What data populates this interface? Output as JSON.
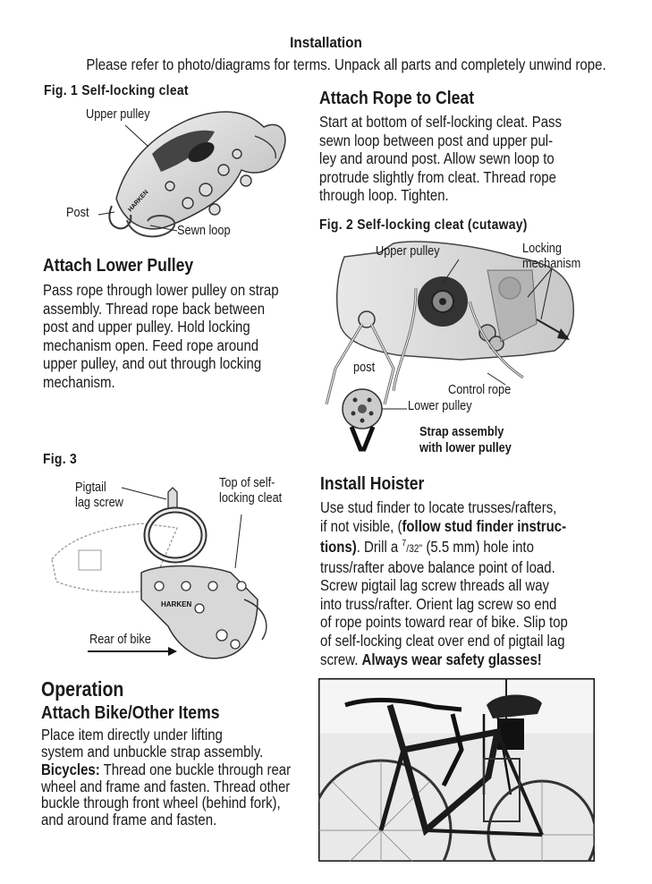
{
  "title": "Installation",
  "intro": "Please refer to photo/diagrams for terms. Unpack all parts and completely unwind rope.",
  "fig1": {
    "heading": "Fig. 1   Self-locking cleat",
    "labels": {
      "upper_pulley": "Upper pulley",
      "post": "Post",
      "sewn_loop": "Sewn loop",
      "brand": "HARKEN"
    }
  },
  "attach_rope": {
    "heading": "Attach Rope to Cleat",
    "lines": [
      "Start at bottom of self-locking cleat. Pass",
      "sewn loop between post and upper pul-",
      "ley and around post. Allow sewn loop to",
      "protrude slightly from cleat. Thread rope",
      "through loop. Tighten."
    ]
  },
  "fig2": {
    "heading": "Fig. 2  Self-locking cleat (cutaway)",
    "labels": {
      "upper_pulley": "Upper pulley",
      "locking_1": "Locking",
      "locking_2": "mechanism",
      "post": "post",
      "control_rope": "Control rope",
      "lower_pulley": "Lower pulley",
      "strap_1": "Strap assembly",
      "strap_2": "with lower pulley"
    }
  },
  "attach_lower": {
    "heading": "Attach Lower Pulley",
    "lines": [
      "Pass rope through lower pulley on strap",
      "assembly. Thread rope back between",
      "post and upper pulley. Hold locking",
      "mechanism open. Feed rope around",
      "upper pulley, and out through locking",
      "mechanism."
    ]
  },
  "fig3": {
    "heading": "Fig. 3",
    "labels": {
      "pigtail_1": "Pigtail",
      "pigtail_2": "lag screw",
      "top_1": "Top of self-",
      "top_2": "locking cleat",
      "rear": "Rear of bike",
      "brand": "HARKEN"
    }
  },
  "install_hoister": {
    "heading": "Install Hoister",
    "l1": "Use stud finder to locate trusses/rafters,",
    "l2_a": "if not visible, (",
    "l2_b": "follow stud finder instruc-",
    "l3_a": "tions)",
    "l3_b": ". Drill a ",
    "l3_num": "7",
    "l3_den": "/32\"",
    "l3_c": " (5.5 mm) hole into",
    "l4": "truss/rafter above balance point of load.",
    "l5": "Screw pigtail lag screw threads all way",
    "l6": "into truss/rafter. Orient lag screw so end",
    "l7": "of rope points toward rear of bike. Slip top",
    "l8": "of self-locking cleat over end of pigtail lag",
    "l9_a": "screw. ",
    "l9_b": "Always wear safety glasses!"
  },
  "operation": {
    "heading": "Operation",
    "sub": "Attach Bike/Other Items",
    "lines": [
      "Place item directly under lifting",
      "system and unbuckle strap assembly."
    ],
    "bicycles_label": "Bicycles:",
    "bicycles_lines": [
      " Thread one buckle through rear",
      "wheel and frame and fasten. Thread other",
      "buckle through front wheel (behind fork),",
      "and around frame and fasten."
    ]
  }
}
